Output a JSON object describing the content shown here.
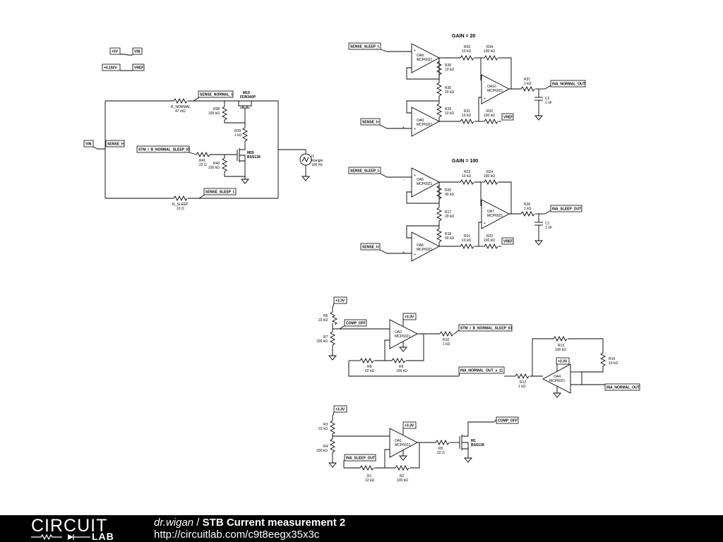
{
  "schematic": {
    "top_left": {
      "supplies": [
        {
          "in": "+5V",
          "out": "VIN"
        },
        {
          "in": "+0.192V",
          "out": "VREF"
        }
      ],
      "nets": {
        "vin": "VIN",
        "sense_i_plus": "SENSE_I+",
        "sense_normal_i": "SENSE_NORMAL_I-",
        "sense_sleep_i": "SENSE_SLEEP_I-",
        "stm_io": "STM_I_B_NORMAL_SLEEP_IO"
      },
      "components": {
        "r_normal": {
          "name": "R_NORMAL",
          "value": "47 mΩ"
        },
        "r_sleep": {
          "name": "R_SLEEP",
          "value": "10 Ω"
        },
        "r38": {
          "name": "R38",
          "value": "100 kΩ"
        },
        "r39": {
          "name": "R39",
          "value": "1 kΩ"
        },
        "r40": {
          "name": "R40",
          "value": "100 kΩ"
        },
        "r41": {
          "name": "R41",
          "value": "22 Ω"
        },
        "m19": {
          "name": "M19",
          "part": "FDN340P"
        },
        "m55": {
          "name": "M55",
          "part": "BSS138"
        },
        "i1": {
          "name": "I1",
          "wave": "triangle",
          "freq": "100 Hz"
        }
      }
    },
    "gain20": {
      "title": "GAIN = 20",
      "labels": {
        "in_minus": "SENSE_SLEEP_I-",
        "in_plus": "SENSE_I+",
        "out": "INA_NORMAL_OUT",
        "vref": "VREF"
      },
      "signs": {
        "minus": "-",
        "plus": "+"
      },
      "opamps": {
        "top": "OA8",
        "bottom": "OA9",
        "diff": "OA10",
        "part": "MCP6021"
      },
      "resistors": {
        "r30": {
          "name": "R30",
          "value": "10 kΩ"
        },
        "r35": {
          "name": "R35",
          "value": "20 kΩ"
        },
        "r29": {
          "name": "R29",
          "value": "10 kΩ"
        },
        "r33": {
          "name": "R33",
          "value": "10 kΩ"
        },
        "r34": {
          "name": "R34",
          "value": "100 kΩ"
        },
        "r31": {
          "name": "R31",
          "value": "10 kΩ"
        },
        "r32": {
          "name": "R32",
          "value": "100 kΩ"
        },
        "r37": {
          "name": "R37",
          "value": "1 kΩ"
        }
      },
      "cap": {
        "name": "C2",
        "value": "1 nF"
      }
    },
    "gain100": {
      "title": "GAIN = 100",
      "labels": {
        "in_minus": "SENSE_SLEEP_I-",
        "in_plus": "SENSE_I+",
        "out": "INA_SLEEP_OUT",
        "vref": "VREF"
      },
      "signs": {
        "minus": "-",
        "plus": "+"
      },
      "opamps": {
        "top": "OA5",
        "bottom": "OA6",
        "diff": "OA7",
        "part": "MCP6021"
      },
      "resistors": {
        "r20": {
          "name": "R20",
          "value": "90 kΩ"
        },
        "r17": {
          "name": "R17",
          "value": "20 kΩ"
        },
        "r18": {
          "name": "R18",
          "value": "90 kΩ"
        },
        "r23": {
          "name": "R23",
          "value": "10 kΩ"
        },
        "r24": {
          "name": "R24",
          "value": "100 kΩ"
        },
        "r21": {
          "name": "R21",
          "value": "10 kΩ"
        },
        "r22": {
          "name": "R22",
          "value": "100 kΩ"
        },
        "r36": {
          "name": "R36",
          "value": "1 kΩ"
        }
      },
      "cap": {
        "name": "C1",
        "value": "1 nF"
      }
    },
    "comparator": {
      "supply": "+3.3V",
      "labels": {
        "comp_off": "COMP_OFF",
        "out": "STM_I_B_NORMAL_SLEEP_IO",
        "ina_in": "INA_NORMAL_OUT_x_11"
      },
      "opamp": {
        "name": "OA2",
        "part": "MCP6021"
      },
      "resistors": {
        "r6": {
          "name": "R6",
          "value": "22 kΩ"
        },
        "r7": {
          "name": "R7",
          "value": "100 kΩ"
        },
        "r10": {
          "name": "R10",
          "value": "1 kΩ"
        },
        "r8": {
          "name": "R8",
          "value": "62 kΩ"
        },
        "r9": {
          "name": "R9",
          "value": "100 kΩ"
        }
      }
    },
    "gain11": {
      "supply": "+3.3V",
      "labels": {
        "in": "INA_NORMAL_OUT"
      },
      "opamp": {
        "name": "OA4",
        "part": "MCP6021"
      },
      "resistors": {
        "r12": {
          "name": "R12",
          "value": "1 kΩ"
        },
        "r13": {
          "name": "R13",
          "value": "100 kΩ"
        },
        "r14": {
          "name": "R14",
          "value": "10 kΩ"
        }
      }
    },
    "comparator2": {
      "supply": "+3.3V",
      "labels": {
        "comp_off": "COMP_OFF",
        "ina_sleep": "INA_SLEEP_OUT"
      },
      "opamp": {
        "name": "OA1",
        "part": "MCP6021"
      },
      "resistors": {
        "r3": {
          "name": "R3",
          "value": "22 kΩ"
        },
        "r4": {
          "name": "R4",
          "value": "100 kΩ"
        },
        "r5": {
          "name": "R5",
          "value": "22 Ω"
        },
        "r1": {
          "name": "R1",
          "value": "12 kΩ"
        },
        "r2": {
          "name": "R2",
          "value": "100 kΩ"
        }
      },
      "mosfet": {
        "name": "M1",
        "part": "BSS138"
      }
    }
  },
  "footer": {
    "logo_top": "CIRCUIT",
    "logo_bottom": "LAB",
    "author": "dr.wigan",
    "separator": " / ",
    "title": "STB Current measurement 2",
    "url": "http://circuitlab.com/c9t8eegx35x3c"
  }
}
